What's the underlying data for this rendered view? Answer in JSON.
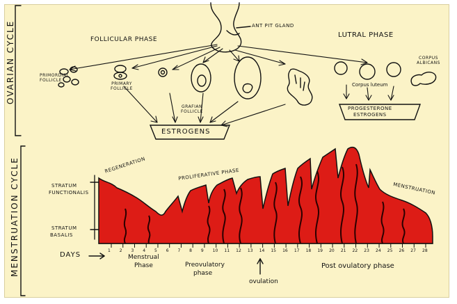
{
  "titles": {
    "ovarian": "Ovarian Cycle",
    "menstrual": "Menstruation Cycle"
  },
  "phases": {
    "follicular": "Follicular Phase",
    "luteal": "Lutral Phase"
  },
  "pituitary_label": "Ant pit gland",
  "follicles": {
    "primordial": "Primordial follicle",
    "primary": "Primary follicle",
    "graafian": "Grafian follicle"
  },
  "corpus": {
    "luteum": "Corpus luteum",
    "albicans": "Corpus albicans"
  },
  "hormones": {
    "estrogens": "Estrogens",
    "progesterone": "Progesterone",
    "estrogens2": "Estrogens"
  },
  "layers": {
    "functionalis": [
      "Stratum",
      "functionalis"
    ],
    "basalis": [
      "Stratum",
      "basalis"
    ]
  },
  "annotations": {
    "regeneration": "Regeneration",
    "proliferative": "Proliferative phase",
    "menstruation": "Menstruation"
  },
  "days_label": "Days",
  "days": [
    "1",
    "2",
    "3",
    "4",
    "5",
    "6",
    "7",
    "8",
    "9",
    "10",
    "11",
    "12",
    "13",
    "14",
    "15",
    "16",
    "17",
    "18",
    "19",
    "20",
    "21",
    "22",
    "23",
    "24",
    "25",
    "26",
    "27",
    "28"
  ],
  "phase_labels": {
    "menstrual": [
      "Menstrual",
      "Phase"
    ],
    "preovulatory": [
      "Preovulatory",
      "phase"
    ],
    "ovulation": "ovulation",
    "postovulatory": "Post ovulatory phase"
  },
  "colors": {
    "paper": "#fbf3c7",
    "endometrium": "#dd1c16",
    "ink": "#111111"
  }
}
